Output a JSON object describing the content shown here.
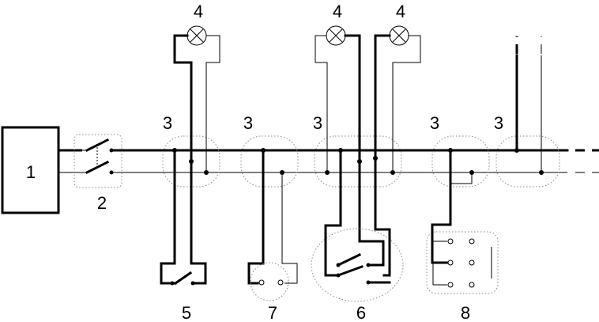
{
  "components": {
    "power_source": "1",
    "main_switch": "2",
    "junction_boxes": [
      "3",
      "3",
      "3",
      "3",
      "3"
    ],
    "lamps": [
      "4",
      "4",
      "4"
    ],
    "single_switch": "5",
    "double_switch": "6",
    "socket": "7",
    "socket_block": "8"
  }
}
